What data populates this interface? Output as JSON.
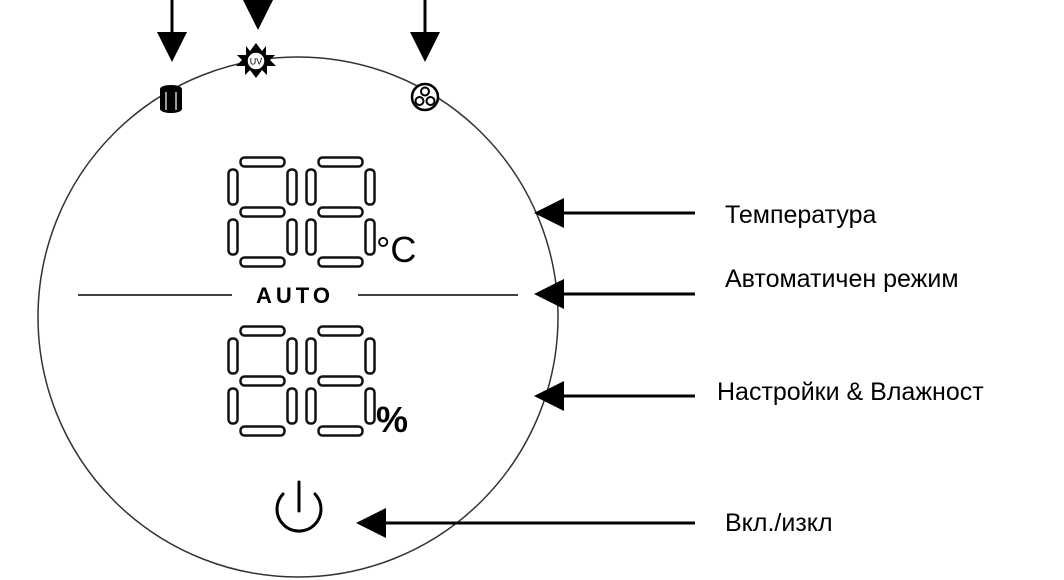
{
  "display": {
    "temperature_digits": "88",
    "temperature_unit": "°C",
    "mode_text": "AUTO",
    "humidity_digits": "88",
    "humidity_unit": "%",
    "uv_icon_text": "UV"
  },
  "callouts": {
    "temperature": "Температура",
    "auto_mode": "Автоматичен режим",
    "settings_humidity": "Настройки & Влажност",
    "power": "Вкл./изкл"
  },
  "icons": {
    "top_left": "water-tank-icon",
    "top_middle": "uv-light-icon",
    "top_right": "fan-icon",
    "bottom": "power-icon"
  },
  "colors": {
    "ink": "#000000",
    "segment": "#111111",
    "background": "#ffffff"
  }
}
